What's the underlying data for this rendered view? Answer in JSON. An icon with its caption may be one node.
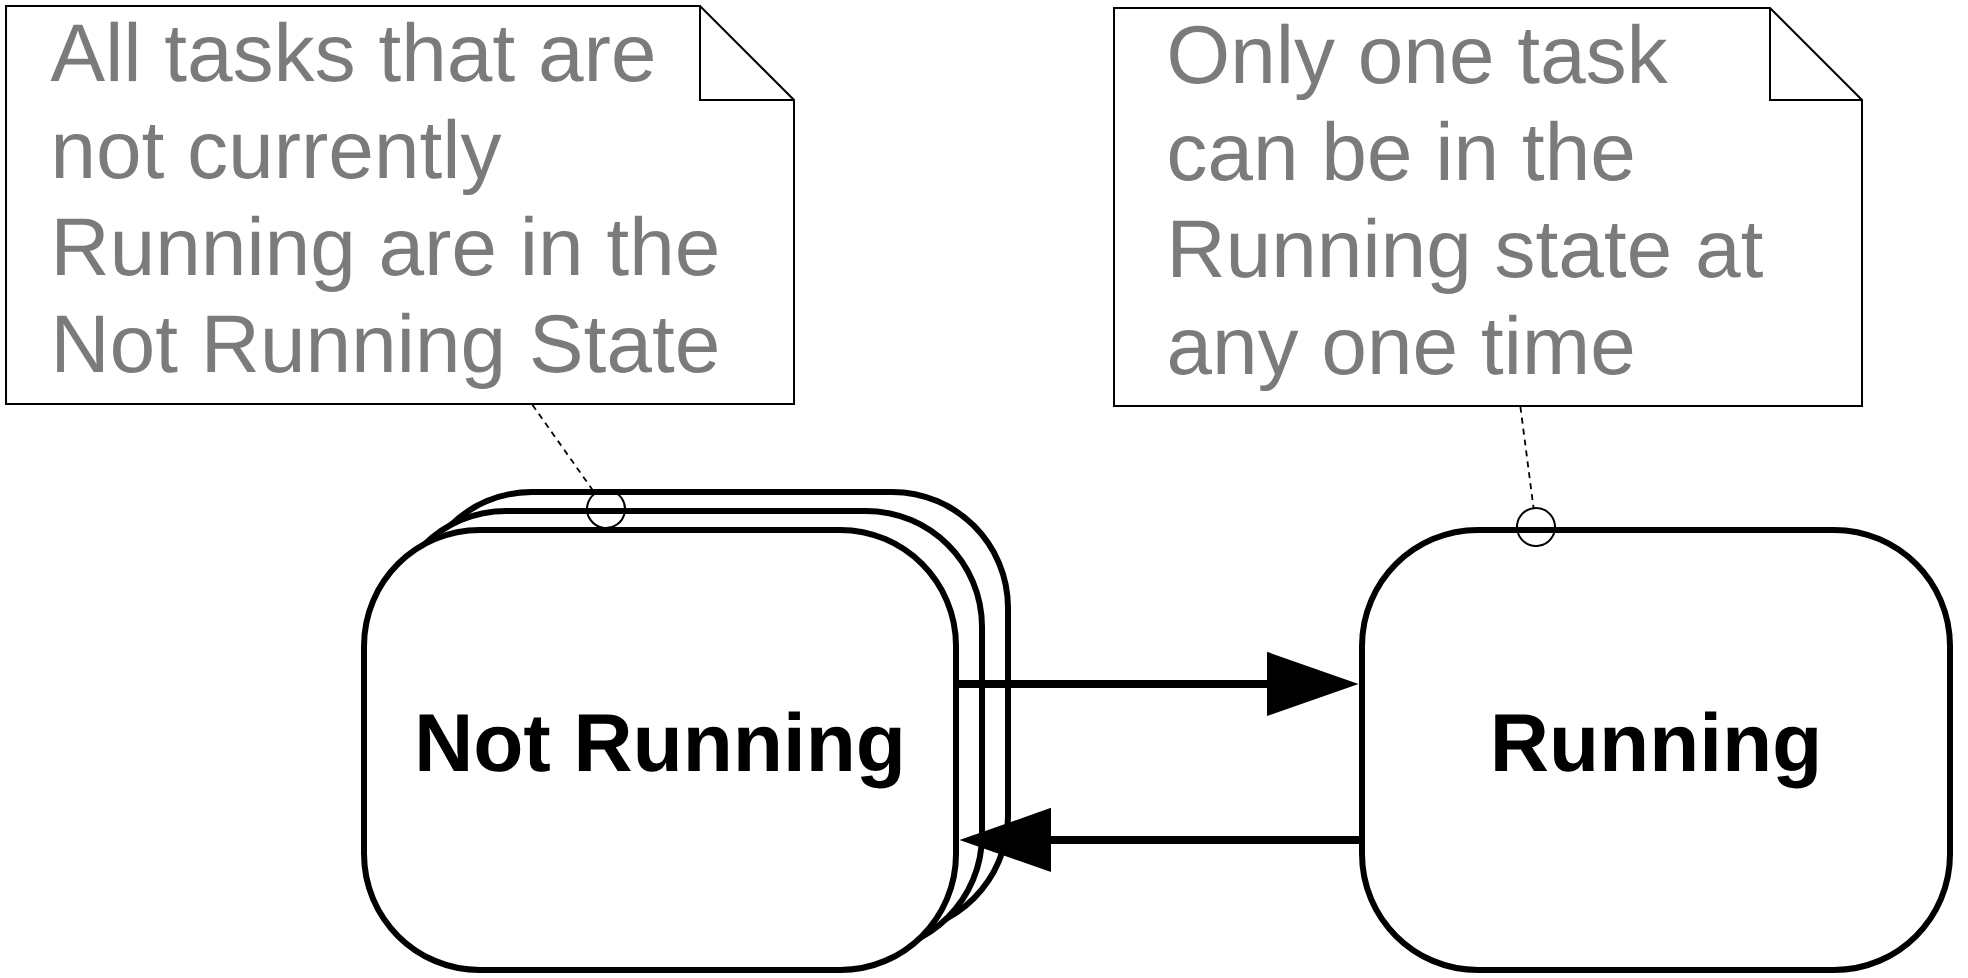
{
  "diagram": {
    "nodes": [
      {
        "text": [
          "All tasks that are not currently Running are in the Not Running State"
        ]
      },
      {
        "text": [
          "Only one task can be in the Running state at any one time"
        ]
      },
      {
        "text": [
          "Not Running"
        ]
      },
      {
        "text": [
          "Running"
        ]
      }
    ],
    "edges": [
      {
        "from": 0,
        "to": 2,
        "arrow": "other",
        "style": "dashed"
      },
      {
        "from": 1,
        "to": 3,
        "arrow": "other",
        "style": "dashed"
      },
      {
        "from": 2,
        "to": 3,
        "arrow": "to",
        "style": "thick"
      },
      {
        "from": 3,
        "to": 2,
        "arrow": "to",
        "style": "thick"
      }
    ]
  }
}
